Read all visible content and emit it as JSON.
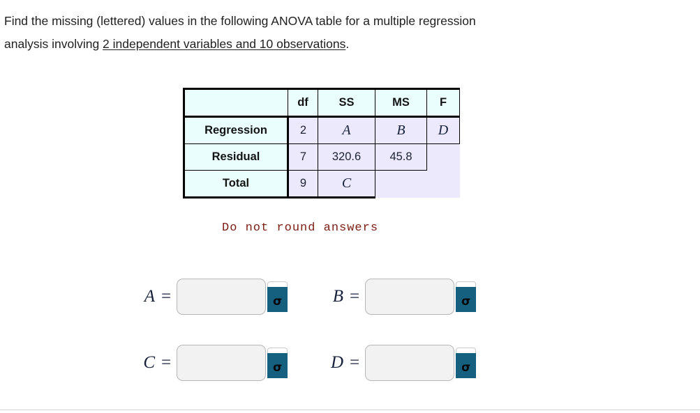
{
  "prompt": {
    "line1": "Find the missing (lettered) values in the following ANOVA table for a multiple regression",
    "line2_pre": "analysis involving ",
    "line2_underlined": "2 independent variables and 10 observations",
    "line2_post": "."
  },
  "anova_table": {
    "corner_label": "",
    "columns": [
      "df",
      "SS",
      "MS",
      "F"
    ],
    "rows": [
      {
        "label": "Regression",
        "df": "2",
        "ss": "A",
        "ms": "B",
        "f": "D"
      },
      {
        "label": "Residual",
        "df": "7",
        "ss": "320.6",
        "ms": "45.8",
        "f": ""
      },
      {
        "label": "Total",
        "df": "9",
        "ss": "C",
        "ms": "",
        "f": ""
      }
    ]
  },
  "note": "Do not round answers",
  "answers": [
    {
      "label": "A",
      "equals": "=",
      "value": "",
      "placeholder": "",
      "icon": "math-keyboard-icon",
      "glyph": "σ"
    },
    {
      "label": "B",
      "equals": "=",
      "value": "",
      "placeholder": "",
      "icon": "math-keyboard-icon",
      "glyph": "σ"
    },
    {
      "label": "C",
      "equals": "=",
      "value": "",
      "placeholder": "",
      "icon": "math-keyboard-icon",
      "glyph": "σ"
    },
    {
      "label": "D",
      "equals": "=",
      "value": "",
      "placeholder": "",
      "icon": "math-keyboard-icon",
      "glyph": "σ"
    }
  ],
  "colors": {
    "header_cell_bg": "#eafffd",
    "data_cell_bg": "#ebe9fb",
    "note_text": "#7c1d12",
    "math_button_bg": "#16607f",
    "input_bg": "#f2f2f3",
    "math_var_text": "#16213c"
  }
}
